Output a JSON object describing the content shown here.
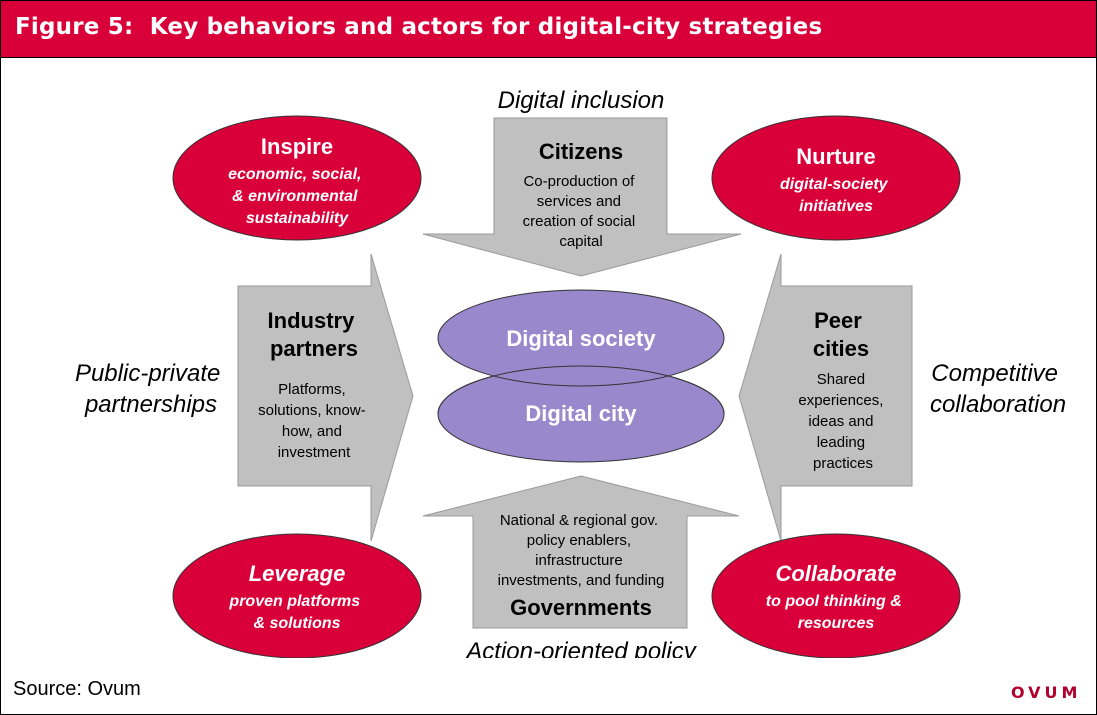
{
  "figure": {
    "title": "Figure 5:  Key behaviors and actors for digital-city strategies",
    "source": "Source: Ovum",
    "logo": "OVUM"
  },
  "colors": {
    "title_bg": "#d9003a",
    "goal_ellipse": "#d9003a",
    "arrow_fill": "#c0c0c0",
    "center_ellipse": "#9988cc"
  },
  "labels": {
    "top": "Digital inclusion",
    "bottom": "Action-oriented policy",
    "left": [
      "Public-private",
      "partnerships"
    ],
    "right": [
      "Competitive",
      "collaboration"
    ]
  },
  "actors": {
    "citizens": {
      "name": "Citizens",
      "desc": [
        "Co-production of",
        "services and",
        "creation of social",
        "capital"
      ]
    },
    "industry": {
      "name": [
        "Industry",
        "partners"
      ],
      "desc": [
        "Platforms,",
        "solutions, know-",
        "how, and",
        "investment"
      ]
    },
    "peers": {
      "name": [
        "Peer",
        "cities"
      ],
      "desc": [
        "Shared",
        "experiences,",
        "ideas and",
        "leading",
        "practices"
      ]
    },
    "governments": {
      "name": "Governments",
      "desc": [
        "National & regional gov.",
        "policy enablers,",
        "infrastructure",
        "investments, and funding"
      ]
    }
  },
  "goals": {
    "inspire": {
      "verb": "Inspire",
      "desc": [
        "economic, social,",
        "& environmental",
        "sustainability"
      ]
    },
    "nurture": {
      "verb": "Nurture",
      "desc": [
        "digital-society",
        "initiatives"
      ]
    },
    "leverage": {
      "verb": "Leverage",
      "desc": [
        "proven platforms",
        "& solutions"
      ]
    },
    "collaborate": {
      "verb": "Collaborate",
      "desc": [
        "to pool thinking &",
        "resources"
      ]
    }
  },
  "center": {
    "top": "Digital society",
    "bottom": "Digital city"
  }
}
